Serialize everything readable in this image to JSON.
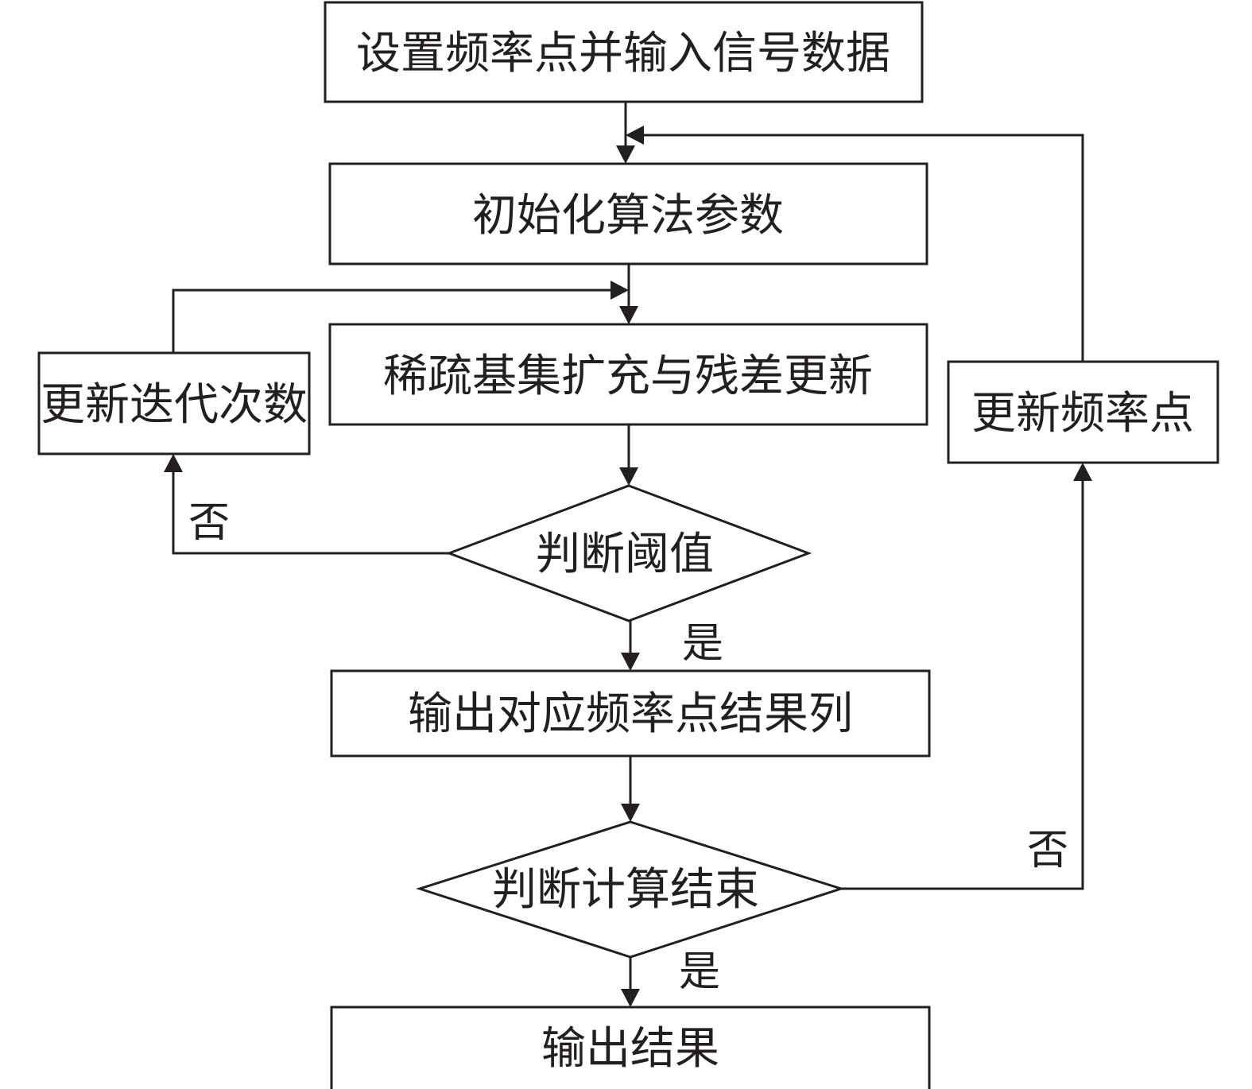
{
  "nodes": {
    "input": "设置频率点并输入信号数据",
    "init": "初始化算法参数",
    "expand": "稀疏基集扩充与残差更新",
    "update_iter": "更新迭代次数",
    "update_freq": "更新频率点",
    "judge_threshold": "判断阈值",
    "output_column": "输出对应频率点结果列",
    "judge_end": "判断计算结束",
    "output_result": "输出结果"
  },
  "edge_labels": {
    "threshold_no": "否",
    "threshold_yes": "是",
    "end_no": "否",
    "end_yes": "是"
  },
  "colors": {
    "stroke": "#231f20",
    "background": "#ffffff"
  }
}
